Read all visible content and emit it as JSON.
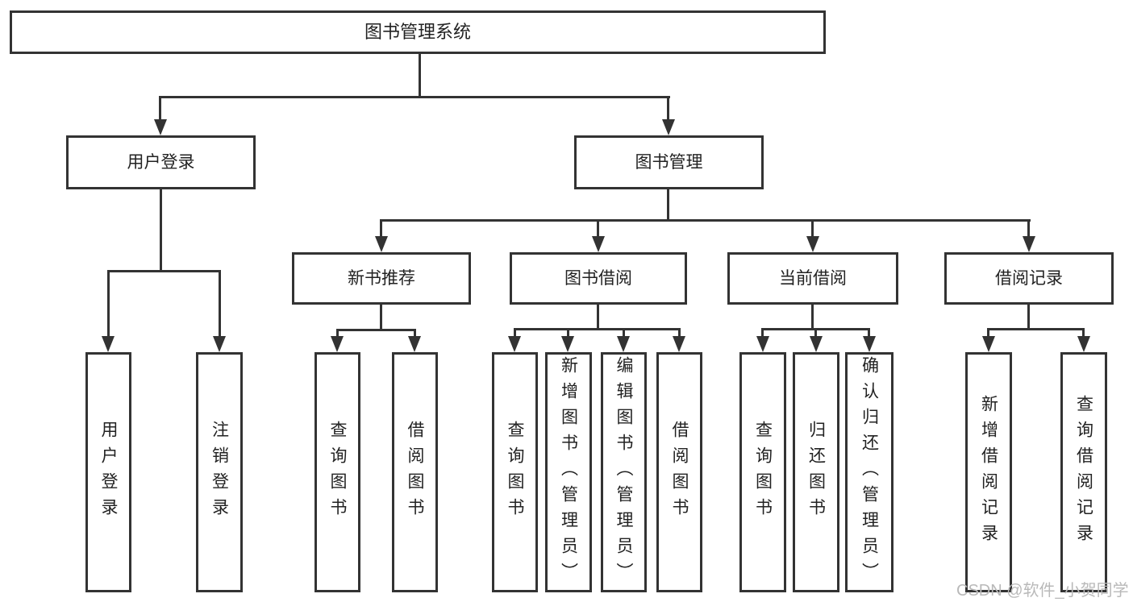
{
  "colors": {
    "line": "#333333",
    "text": "#222222",
    "watermark": "#b9b9b9",
    "background": "#ffffff"
  },
  "watermark": {
    "text": "CSDN @软件_小贺同学"
  },
  "tree": {
    "label": "图书管理系统",
    "children": [
      {
        "label": "用户登录",
        "children": [
          {
            "label": "用户登录"
          },
          {
            "label": "注销登录"
          }
        ]
      },
      {
        "label": "图书管理",
        "children": [
          {
            "label": "新书推荐",
            "children": [
              {
                "label": "查询图书"
              },
              {
                "label": "借阅图书"
              }
            ]
          },
          {
            "label": "图书借阅",
            "children": [
              {
                "label": "查询图书"
              },
              {
                "label": "新增图书（管理员）"
              },
              {
                "label": "编辑图书（管理员）"
              },
              {
                "label": "借阅图书"
              }
            ]
          },
          {
            "label": "当前借阅",
            "children": [
              {
                "label": "查询图书"
              },
              {
                "label": "归还图书"
              },
              {
                "label": "确认归还（管理员）"
              }
            ]
          },
          {
            "label": "借阅记录",
            "children": [
              {
                "label": "新增借阅记录"
              },
              {
                "label": "查询借阅记录"
              }
            ]
          }
        ]
      }
    ]
  }
}
